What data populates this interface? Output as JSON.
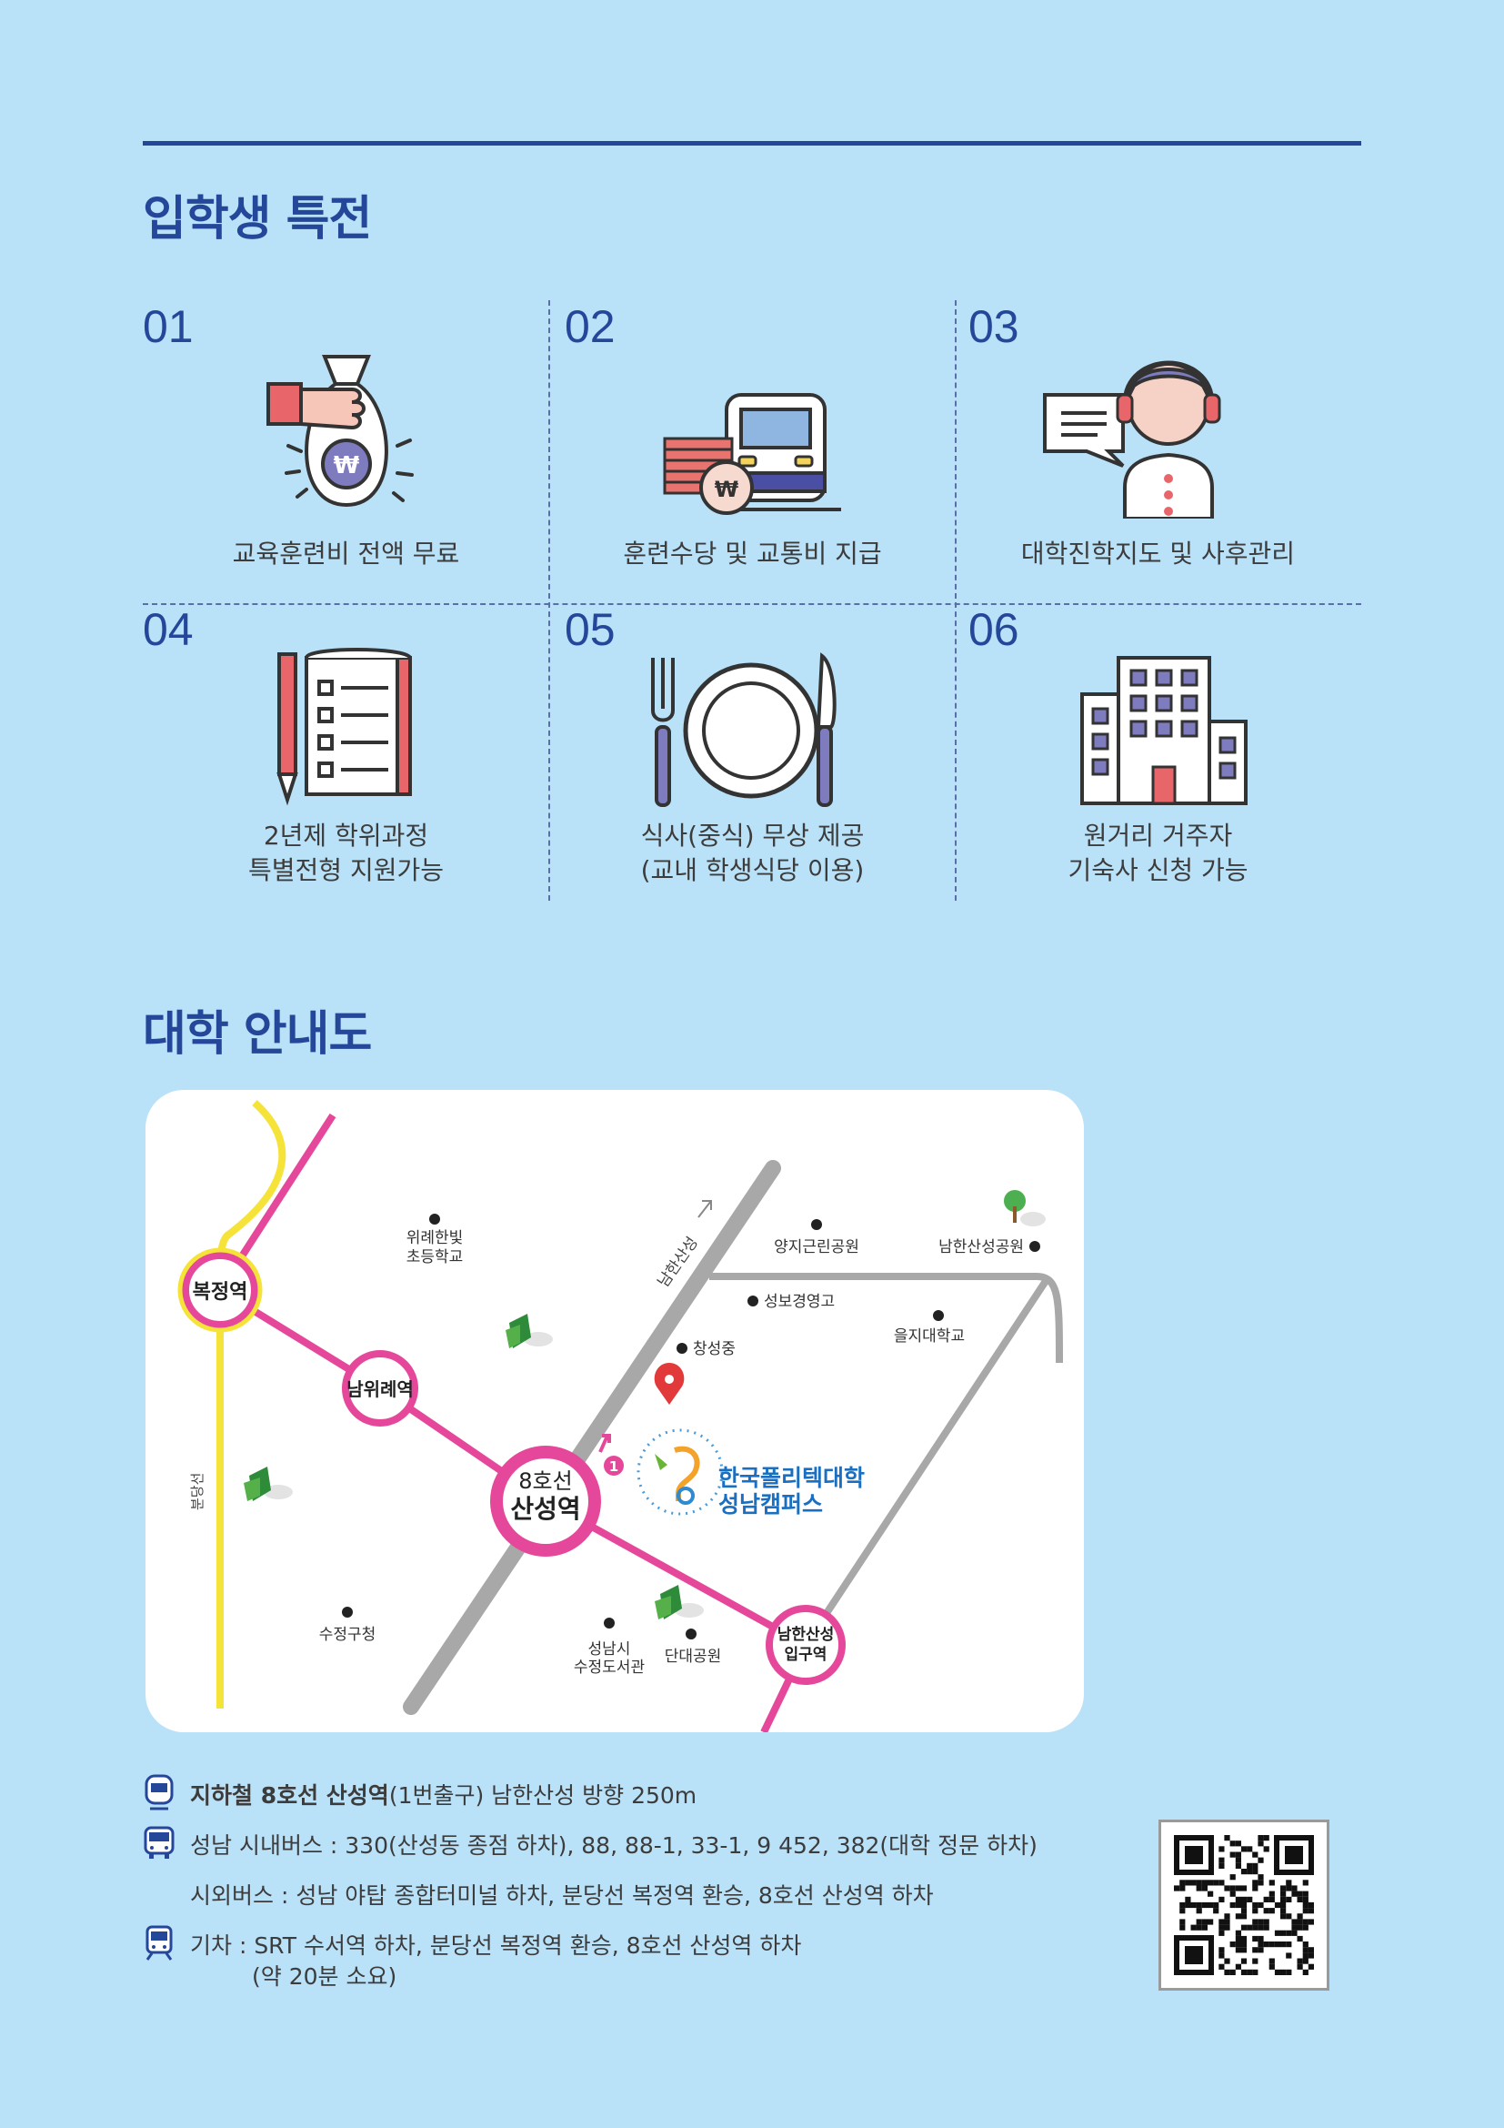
{
  "benefits": {
    "title": "입학생 특전",
    "items": [
      {
        "num": "01",
        "caption": "교육훈련비 전액 무료"
      },
      {
        "num": "02",
        "caption": "훈련수당 및 교통비 지급"
      },
      {
        "num": "03",
        "caption": "대학진학지도 및 사후관리"
      },
      {
        "num": "04",
        "caption": "2년제 학위과정\n특별전형 지원가능"
      },
      {
        "num": "05",
        "caption": "식사(중식) 무상 제공\n(교내 학생식당 이용)"
      },
      {
        "num": "06",
        "caption": "원거리 거주자\n기숙사 신청 가능"
      }
    ]
  },
  "map_section": {
    "title": "대학 안내도",
    "stations": {
      "bokjeong": "복정역",
      "namwirye": "남위례역",
      "sanseong_line": "8호선",
      "sanseong": "산성역",
      "namhansanseong_1": "남한산성",
      "namhansanseong_2": "입구역"
    },
    "landmarks": {
      "school_1": "위례한빛",
      "school_2": "초등학교",
      "yangji_park": "양지근린공원",
      "namhan_park": "남한산성공원",
      "seongbo": "성보경영고",
      "changseong": "창성중",
      "eulji": "을지대학교",
      "sujeong_office": "수정구청",
      "library_1": "성남시",
      "library_2": "수정도서관",
      "dandae_park": "단대공원",
      "road_label": "남한산성",
      "bundang_line": "분당선",
      "exit_number": "1"
    },
    "campus": {
      "name_1": "한국폴리텍대학",
      "name_2": "성남캠퍼스"
    }
  },
  "directions": {
    "subway_bold": "지하철 8호선 산성역",
    "subway_rest": "(1번출구) 남한산성 방향 250m",
    "bus_city": "성남 시내버스 : 330(산성동 종점 하차), 88, 88-1, 33-1, 9 452, 382(대학 정문 하차)",
    "bus_intercity": "시외버스 : 성남 야탑 종합터미널 하차, 분당선 복정역 환승, 8호선 산성역 하차",
    "train": "기차 : SRT 수서역 하차, 분당선 복정역 환승, 8호선 산성역 하차",
    "train_time": "(약 20분 소요)"
  },
  "icons": {
    "subway": "subway-icon",
    "bus": "bus-icon",
    "train": "train-icon",
    "qr": "qr-code"
  },
  "colors": {
    "navy": "#25479a",
    "background": "#b9e1f8",
    "pink_line": "#e5489a",
    "yellow_line": "#f6e33a"
  }
}
